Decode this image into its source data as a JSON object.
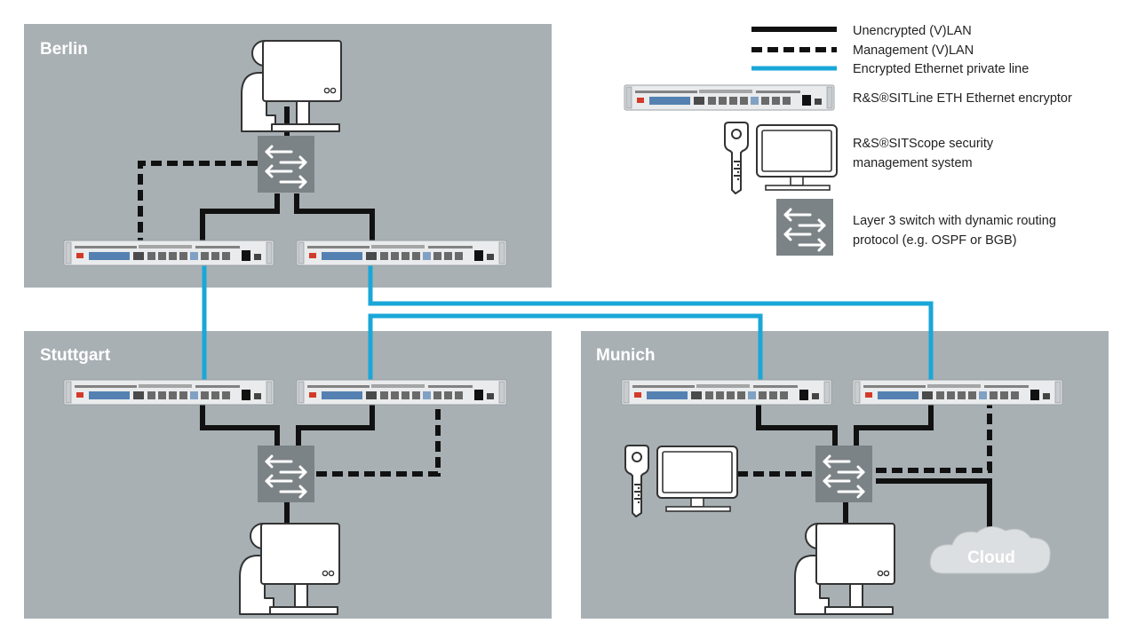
{
  "sites": {
    "berlin": "Berlin",
    "stuttgart": "Stuttgart",
    "munich": "Munich"
  },
  "legend": {
    "unencrypted": "Unencrypted (V)LAN",
    "management": "Management (V)LAN",
    "encrypted": "Encrypted Ethernet private line",
    "encryptor": "R&S®SITLine ETH Ethernet encryptor",
    "scope_line1": "R&S®SITScope security",
    "scope_line2": "management system",
    "switch_line1": "Layer 3 switch with dynamic routing",
    "switch_line2": "protocol (e.g. OSPF or BGB)"
  },
  "cloud": {
    "label": "Cloud"
  },
  "icons": {
    "user": "user-workstation-icon",
    "switch": "layer3-switch-icon",
    "encryptor": "rack-encryptor-icon",
    "key": "key-icon",
    "monitor": "monitor-icon",
    "cloud": "cloud-icon"
  },
  "colors": {
    "site_background": "#a8b0b4",
    "switch": "#7c8387",
    "unencrypted_line": "#111111",
    "encrypted_line": "#1aa7d8"
  }
}
